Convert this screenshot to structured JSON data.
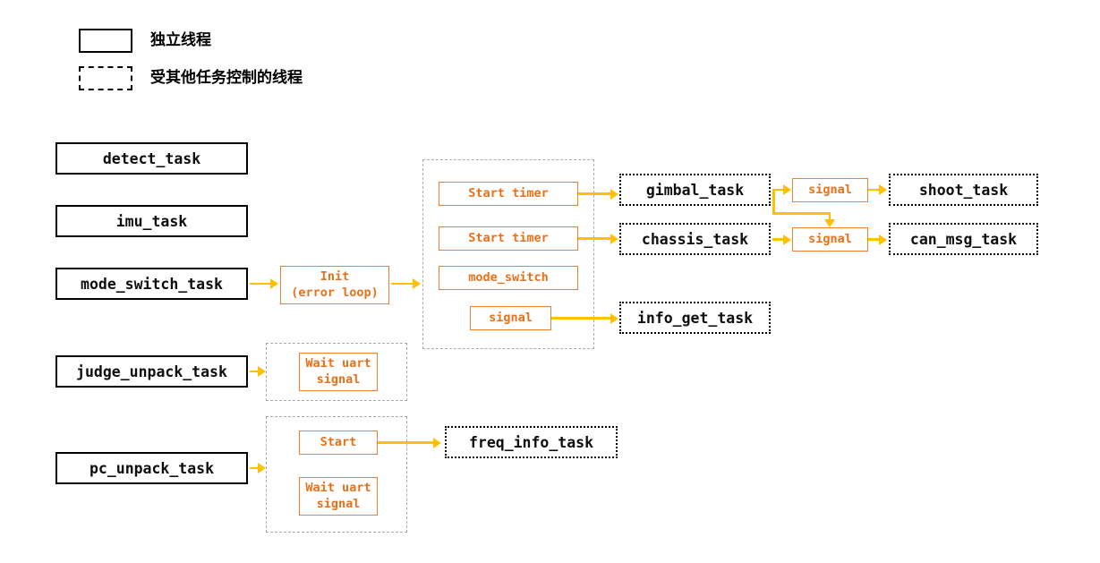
{
  "legend": {
    "items": [
      {
        "style": "solid",
        "label": "独立线程"
      },
      {
        "style": "dashed",
        "label": "受其他任务控制的线程"
      }
    ]
  },
  "tasks": {
    "detect": "detect_task",
    "imu": "imu_task",
    "mode_switch": "mode_switch_task",
    "judge_unpack": "judge_unpack_task",
    "pc_unpack": "pc_unpack_task",
    "gimbal": "gimbal_task",
    "chassis": "chassis_task",
    "info_get": "info_get_task",
    "shoot": "shoot_task",
    "can_msg": "can_msg_task",
    "freq_info": "freq_info_task"
  },
  "steps": {
    "init": "Init\n(error loop)",
    "start_timer_1": "Start timer",
    "start_timer_2": "Start timer",
    "mode_switch": "mode_switch",
    "signal_init": "signal",
    "signal_gimbal": "signal",
    "signal_chassis": "signal",
    "wait_uart_judge": "Wait uart\nsignal",
    "start_pc": "Start",
    "wait_uart_pc": "Wait uart\nsignal"
  },
  "colors": {
    "box_border": "#000000",
    "step_border": "#ED7D31",
    "step_text": "#E8701A",
    "connector": "#FFC000",
    "group_border": "#aaaaaa",
    "background": "#ffffff"
  }
}
